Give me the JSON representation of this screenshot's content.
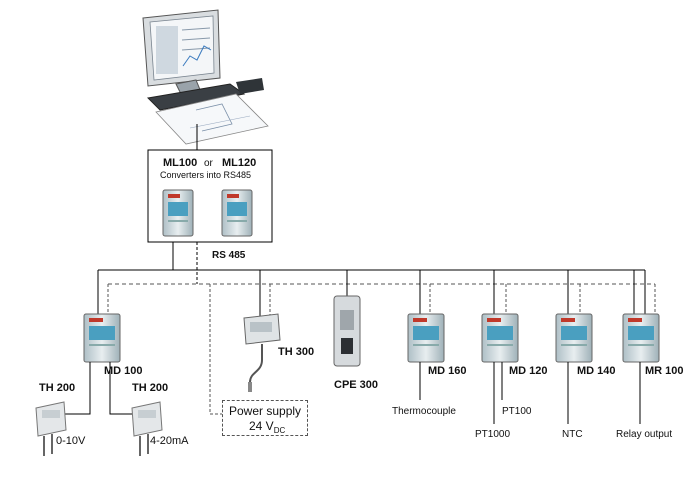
{
  "converter": {
    "model_a": "ML100",
    "or_text": "or",
    "model_b": "ML120",
    "subtitle": "Converters into RS485"
  },
  "bus_label": "RS 485",
  "devices": {
    "md100": "MD 100",
    "th300": "TH 300",
    "cpe300": "CPE 300",
    "md160": "MD 160",
    "md120": "MD 120",
    "md140": "MD 140",
    "mr100": "MR 100",
    "th200_a": "TH 200",
    "th200_b": "TH 200"
  },
  "signals": {
    "v0_10": "0-10V",
    "ma4_20": "4-20mA",
    "thermocouple": "Thermocouple",
    "pt1000": "PT1000",
    "pt100": "PT100",
    "ntc": "NTC",
    "relay": "Relay output"
  },
  "power_supply": {
    "line1": "Power supply",
    "line2_main": "24 V",
    "line2_sub": "DC"
  },
  "colors": {
    "line": "#000000",
    "dashed": "#555555",
    "device_body": "#cfd9dd",
    "device_screen": "#4a9fc0",
    "brand_red": "#c0392b"
  }
}
